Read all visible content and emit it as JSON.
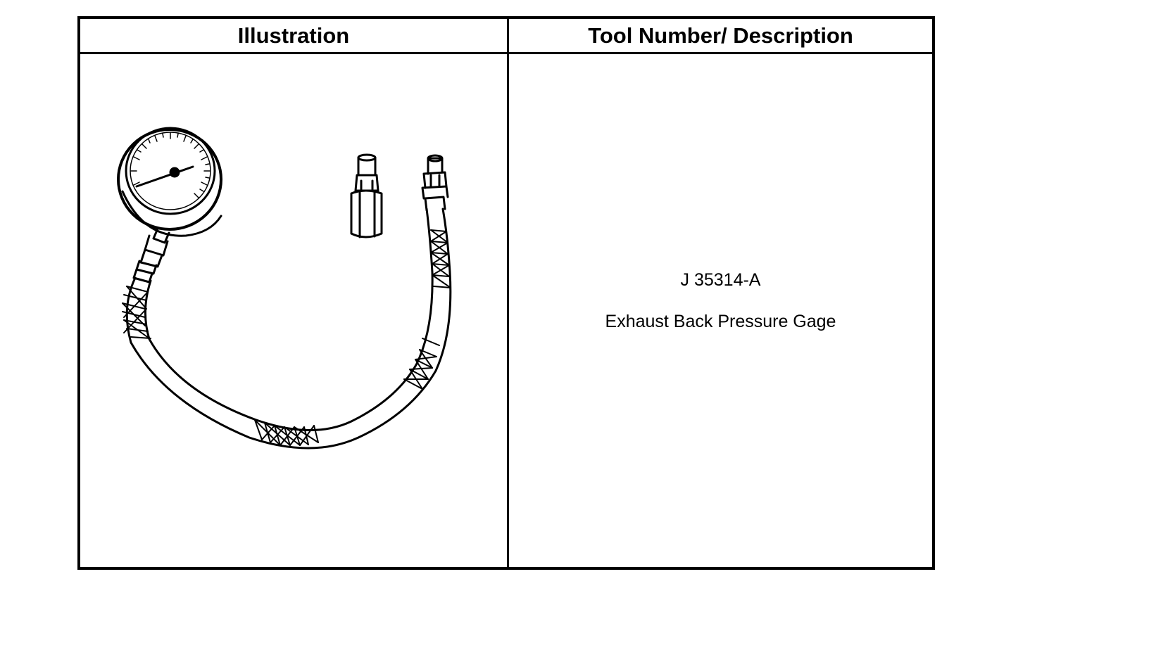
{
  "table": {
    "headers": {
      "illustration": "Illustration",
      "tool_description": "Tool Number/ Description"
    },
    "rows": [
      {
        "illustration_icon": "exhaust-back-pressure-gage-illustration",
        "tool_number": "J 35314-A",
        "description": "Exhaust Back Pressure Gage"
      }
    ]
  }
}
